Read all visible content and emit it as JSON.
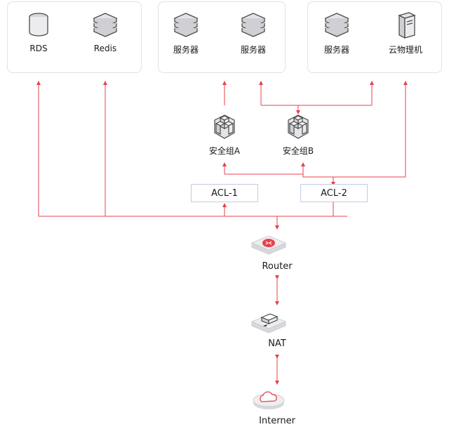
{
  "groups": {
    "db": {
      "items": [
        {
          "icon": "database-icon",
          "label": "RDS"
        },
        {
          "icon": "server-stack-icon",
          "label": "Redis"
        }
      ]
    },
    "servers_a": {
      "items": [
        {
          "icon": "server-stack-icon",
          "label": "服务器"
        },
        {
          "icon": "server-stack-icon",
          "label": "服务器"
        }
      ]
    },
    "servers_b": {
      "items": [
        {
          "icon": "server-stack-icon",
          "label": "服务器"
        },
        {
          "icon": "tower-server-icon",
          "label": "云物理机"
        }
      ]
    }
  },
  "security_groups": [
    {
      "icon": "security-group-icon",
      "label": "安全组A"
    },
    {
      "icon": "security-group-icon",
      "label": "安全组B"
    }
  ],
  "acls": [
    {
      "label": "ACL-1"
    },
    {
      "label": "ACL-2"
    }
  ],
  "router": {
    "icon": "router-icon",
    "label": "Router"
  },
  "nat": {
    "icon": "nat-gateway-icon",
    "label": "NAT"
  },
  "internet": {
    "icon": "cloud-icon",
    "label": "Interner"
  },
  "colors": {
    "line": "#e8414b",
    "box_border": "#e2e2e6",
    "acl_border": "#c8c8e6"
  }
}
